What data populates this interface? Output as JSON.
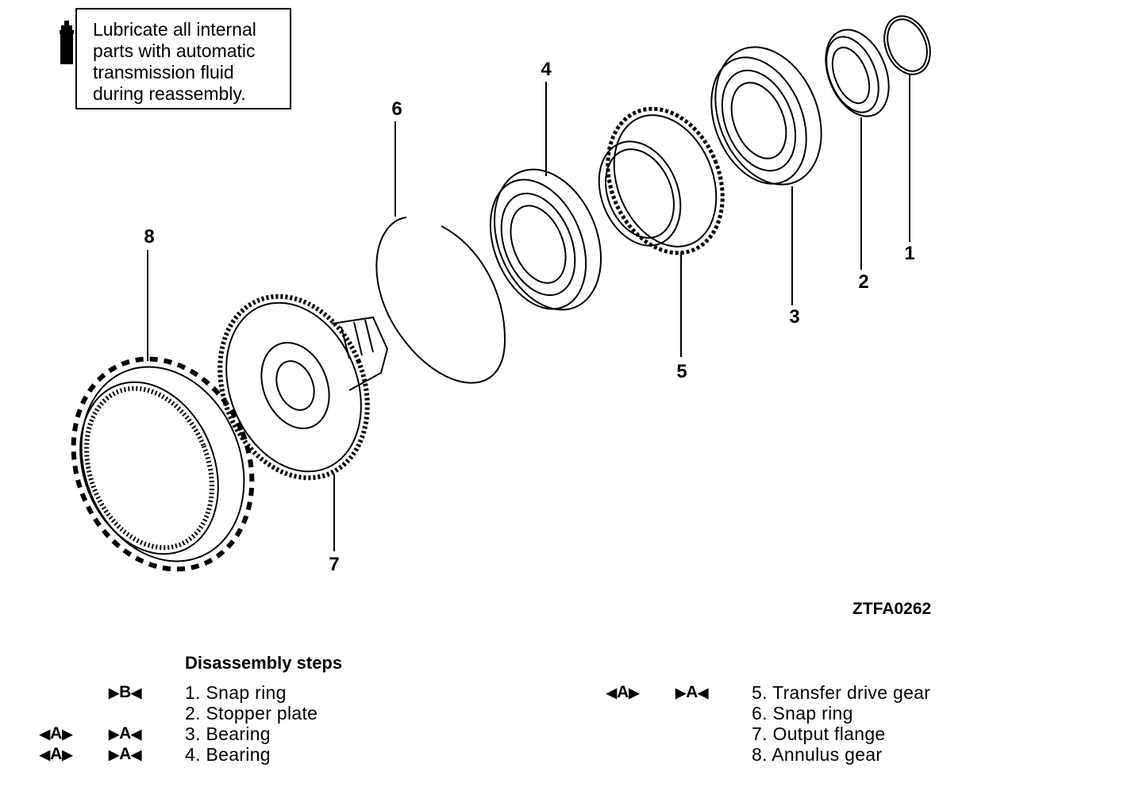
{
  "note": {
    "text": "Lubricate all internal\nparts with automatic\ntransmission fluid\nduring reassembly.",
    "icon": "oil-can-icon"
  },
  "callouts": [
    "1",
    "2",
    "3",
    "4",
    "5",
    "6",
    "7",
    "8"
  ],
  "figure_id": "ZTFA0262",
  "steps_title": "Disassembly steps",
  "steps": [
    {
      "num": "1.",
      "label": "Snap ring"
    },
    {
      "num": "2.",
      "label": "Stopper plate"
    },
    {
      "num": "3.",
      "label": "Bearing"
    },
    {
      "num": "4.",
      "label": "Bearing"
    },
    {
      "num": "5.",
      "label": "Transfer drive gear"
    },
    {
      "num": "6.",
      "label": "Snap ring"
    },
    {
      "num": "7.",
      "label": "Output flange"
    },
    {
      "num": "8.",
      "label": "Annulus gear"
    }
  ],
  "marks": {
    "disassembly_B": "B",
    "disassembly_A": "A",
    "reassembly_A": "A"
  }
}
